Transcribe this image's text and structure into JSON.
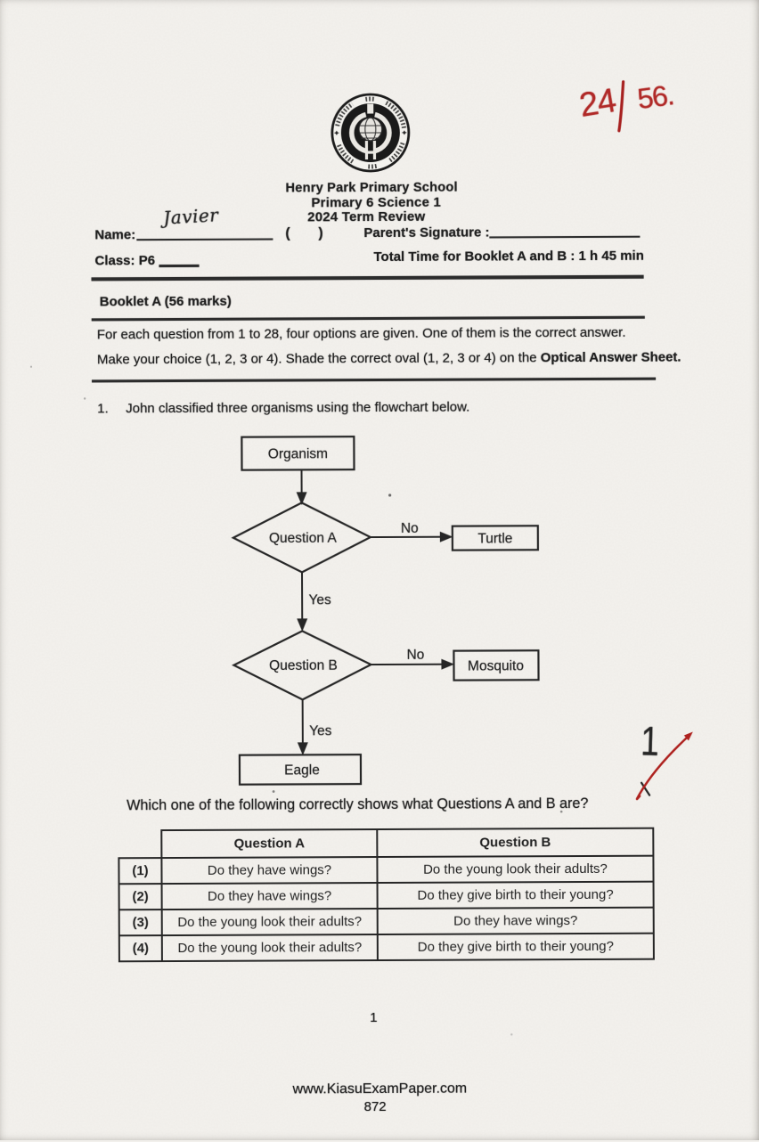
{
  "page": {
    "paper_color": "#f2f0ec",
    "ink_color": "#232323",
    "red_ink_color": "#b22a28"
  },
  "annotations": {
    "score_obtained": "24",
    "score_total": "56.",
    "student_name": "Javier",
    "question1_awarded_mark": "1"
  },
  "header": {
    "school_name": "Henry Park Primary School",
    "paper_title": "Primary 6 Science 1",
    "term": "2024 Term Review",
    "name_label": "Name:",
    "bracket_open": "(",
    "bracket_close": ")",
    "parent_signature_label": "Parent's Signature :",
    "class_label": "Class: P6",
    "total_time": "Total Time for Booklet A and B : 1 h 45 min"
  },
  "booklet": {
    "title": "Booklet A (56 marks)",
    "instruction1": "For each question from 1 to 28, four options are given. One of them is the correct answer.",
    "instruction2_prefix": "Make your choice (1, 2, 3 or 4). Shade the correct oval (1, 2, 3 or 4) on the ",
    "instruction2_bold": "Optical Answer Sheet."
  },
  "question1": {
    "number": "1.",
    "text": "John classified three organisms using the flowchart below.",
    "prompt": "Which one of the following correctly shows what Questions A and B are?"
  },
  "flowchart": {
    "start_node": "Organism",
    "decision_a": "Question A",
    "decision_b": "Question B",
    "no_label": "No",
    "yes_label": "Yes",
    "outcome_a_no": "Turtle",
    "outcome_b_no": "Mosquito",
    "outcome_b_yes": "Eagle"
  },
  "options_table": {
    "col_a_header": "Question A",
    "col_b_header": "Question B",
    "rows": [
      {
        "option": "(1)",
        "a": "Do they have wings?",
        "b": "Do the young look their adults?"
      },
      {
        "option": "(2)",
        "a": "Do they have wings?",
        "b": "Do they give birth to their young?"
      },
      {
        "option": "(3)",
        "a": "Do the young look their adults?",
        "b": "Do they have wings?"
      },
      {
        "option": "(4)",
        "a": "Do the young look their adults?",
        "b": "Do they give birth to their young?"
      }
    ]
  },
  "footer": {
    "page_number": "1",
    "website": "www.KiasuExamPaper.com",
    "paper_code": "872"
  }
}
